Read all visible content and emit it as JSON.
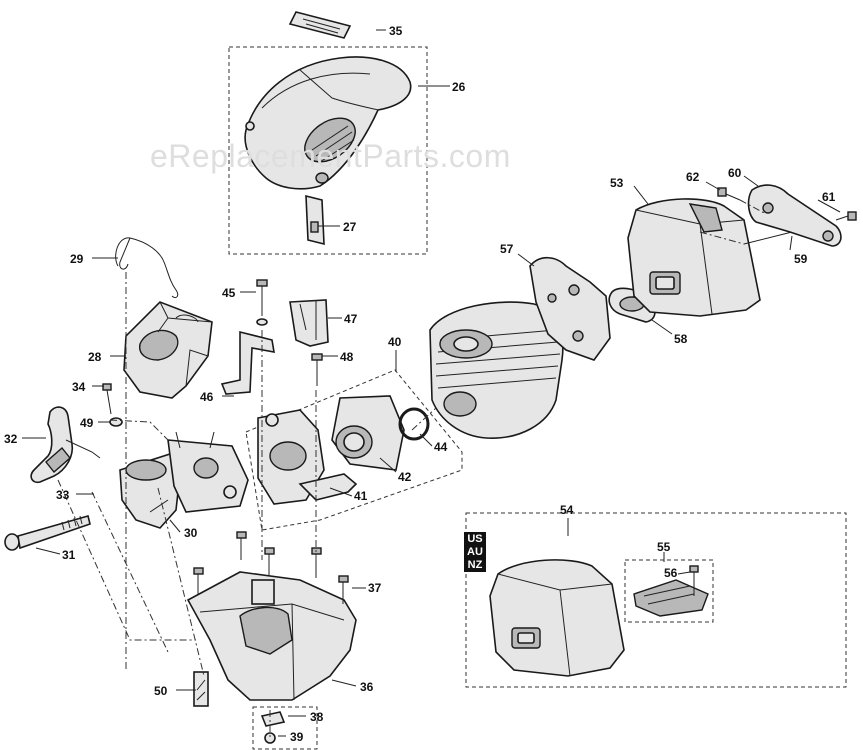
{
  "watermark": "eReplacementParts.com",
  "region_badge": [
    "US",
    "AU",
    "NZ"
  ],
  "callouts": {
    "c35": "35",
    "c26": "26",
    "c27": "27",
    "c29": "29",
    "c28": "28",
    "c45": "45",
    "c47": "47",
    "c48": "48",
    "c34": "34",
    "c49": "49",
    "c46": "46",
    "c32": "32",
    "c40": "40",
    "c33": "33",
    "c30": "30",
    "c31": "31",
    "c41": "41",
    "c42": "42",
    "c44": "44",
    "c57": "57",
    "c58": "58",
    "c53": "53",
    "c62": "62",
    "c60": "60",
    "c61": "61",
    "c59": "59",
    "c54": "54",
    "c55": "55",
    "c56": "56",
    "c37": "37",
    "c36": "36",
    "c38": "38",
    "c39": "39",
    "c50": "50"
  }
}
